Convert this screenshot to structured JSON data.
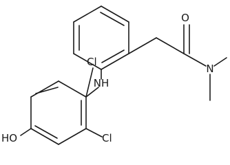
{
  "atom_labels": {
    "cl_top": "Cl",
    "nh": "NH",
    "o_carbonyl": "O",
    "n_amide": "N",
    "ho": "HO",
    "cl_bottom": "Cl"
  },
  "colors": {
    "bond": "#1a1a1a",
    "label": "#1a1a1a",
    "background": "#ffffff"
  }
}
